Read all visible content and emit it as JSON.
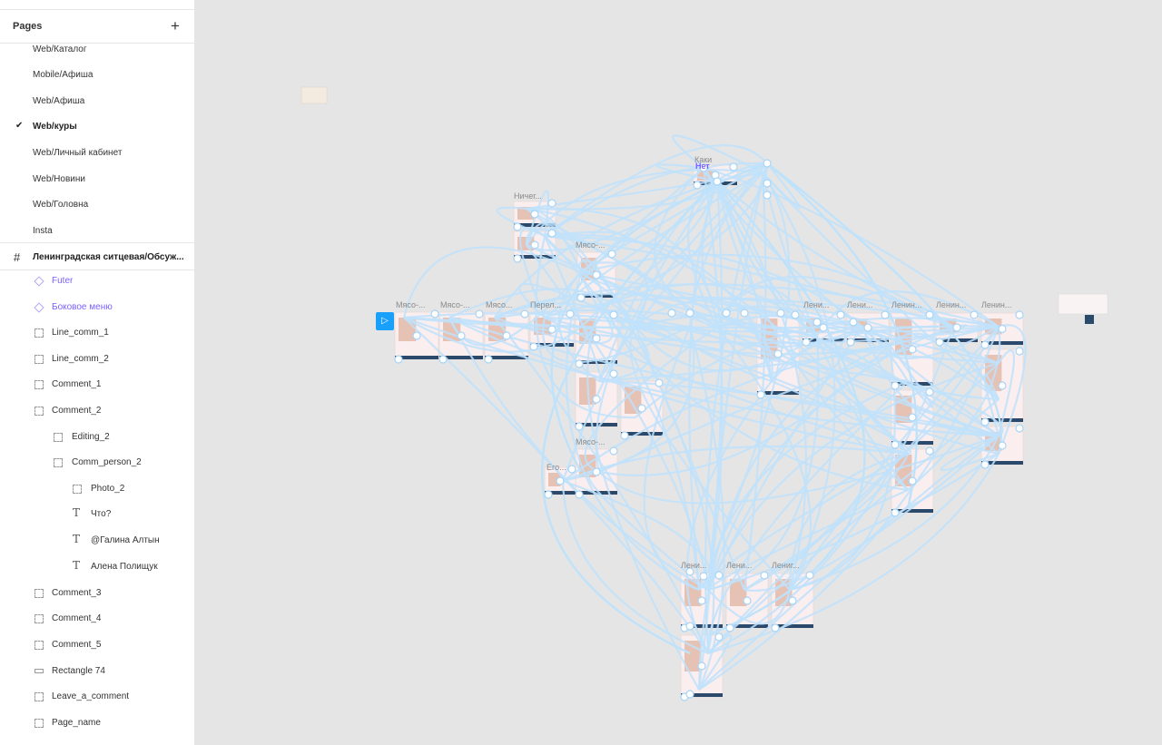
{
  "sidebar": {
    "pages_title": "Pages",
    "add_label": "+",
    "pages": [
      {
        "label": "Web/Каталог",
        "active": false
      },
      {
        "label": "Mobile/Афиша",
        "active": false
      },
      {
        "label": "Web/Афиша",
        "active": false
      },
      {
        "label": "Web/куры",
        "active": true
      },
      {
        "label": "Web/Личный кабинет",
        "active": false
      },
      {
        "label": "Web/Новини",
        "active": false
      },
      {
        "label": "Web/Головна",
        "active": false
      },
      {
        "label": "Insta",
        "active": false
      }
    ],
    "check_icon": "✔",
    "frame": {
      "hash": "#",
      "label": "Ленинградская ситцевая/Обсуж..."
    },
    "layers": [
      {
        "label": "Futer",
        "icon": "component-icon"
      },
      {
        "label": "Боковое меню",
        "icon": "component-icon"
      },
      {
        "label": "Line_comm_1",
        "icon": "group-icon"
      },
      {
        "label": "Line_comm_2",
        "icon": "group-icon"
      },
      {
        "label": "Comment_1",
        "icon": "group-icon"
      },
      {
        "label": "Comment_2",
        "icon": "group-icon"
      },
      {
        "label": "Editing_2",
        "icon": "group-icon"
      },
      {
        "label": "Comm_person_2",
        "icon": "group-icon"
      },
      {
        "label": "Photo_2",
        "icon": "group-icon"
      },
      {
        "label": "Что?",
        "icon": "text-icon"
      },
      {
        "label": "@Галина Алтын",
        "icon": "text-icon"
      },
      {
        "label": "Алена Полищук",
        "icon": "text-icon"
      },
      {
        "label": "Comment_3",
        "icon": "group-icon"
      },
      {
        "label": "Comment_4",
        "icon": "group-icon"
      },
      {
        "label": "Comment_5",
        "icon": "group-icon"
      },
      {
        "label": "Rectangle 74",
        "icon": "rectangle-icon"
      },
      {
        "label": "Leave_a_comment",
        "icon": "group-icon"
      },
      {
        "label": "Page_name",
        "icon": "group-icon"
      }
    ]
  },
  "canvas": {
    "background": "#e5e5e5",
    "play_icon": "▷",
    "frame_labels": [
      "Мясо-...",
      "Мясо-...",
      "Мясо...",
      "Перел...",
      "Ничег...",
      "Мясо-...",
      "Каки",
      "Нет",
      "Лени...",
      "Лени...",
      "Ленин...",
      "Ленин...",
      "Ленин...",
      "Мясо-...",
      "Его...",
      "Лени...",
      "Лени...",
      "Лениг..."
    ],
    "connector_color": "#bfe2fb",
    "handle_color": "#ffffff"
  }
}
